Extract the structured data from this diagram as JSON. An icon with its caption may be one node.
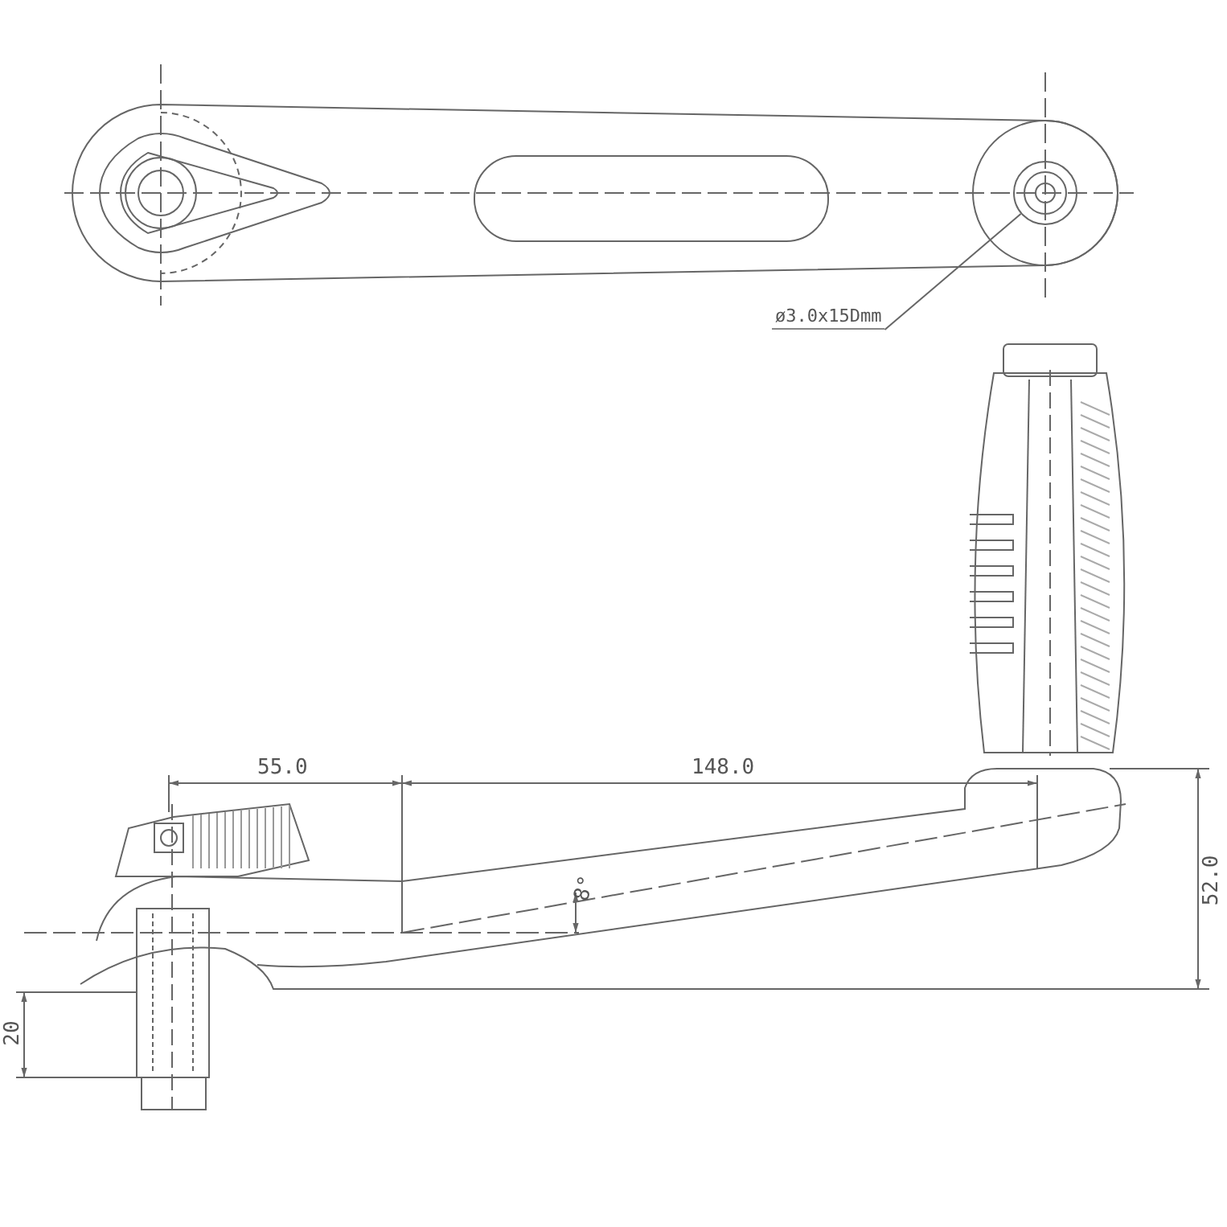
{
  "diagram": {
    "nodes": [
      {
        "text": [
          "ø3.0x15Dmm"
        ]
      },
      {
        "text": [],
        "shape": "circle"
      }
    ],
    "edges": [
      {
        "from": 0,
        "to": 1,
        "arrow": "none"
      }
    ],
    "labels": [
      "55.0",
      "148.0",
      "8°",
      "52.0",
      "20"
    ]
  }
}
